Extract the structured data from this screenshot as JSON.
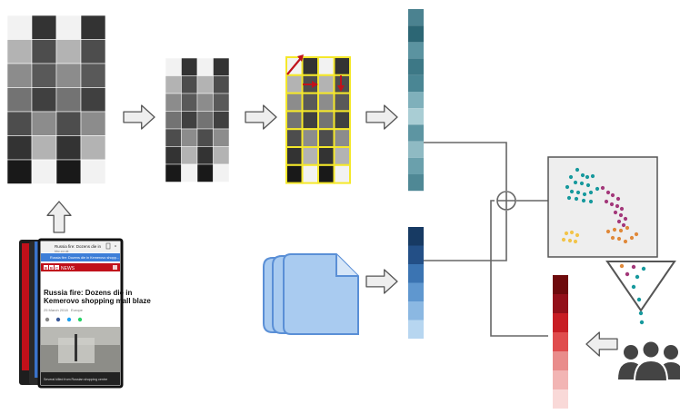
{
  "screenshot": {
    "site_name": "NEWS",
    "bbc_letters": [
      "B",
      "B",
      "C"
    ],
    "tab_title": "Russia fire: Dozens die in",
    "url": "bbc.co.uk",
    "banner_text": "Russia fire: Dozens die in Kemerovo shopp...",
    "headline": "Russia fire: Dozens die in Kemerovo shopping mall blaze",
    "dateline": "25 March 2018",
    "section": "Europe",
    "caption": "Several killed from Russian shopping centre"
  },
  "grids": {
    "large": {
      "columns": 4,
      "levels": [
        [
          0.05,
          0.8,
          0.05,
          0.8
        ],
        [
          0.3,
          0.7,
          0.3,
          0.7
        ],
        [
          0.45,
          0.65,
          0.45,
          0.65
        ],
        [
          0.55,
          0.75,
          0.55,
          0.75
        ],
        [
          0.7,
          0.45,
          0.7,
          0.45
        ],
        [
          0.8,
          0.3,
          0.8,
          0.3
        ],
        [
          0.9,
          0.05,
          0.9,
          0.05
        ]
      ]
    },
    "small": {
      "columns": 4,
      "levels": [
        [
          0.05,
          0.8,
          0.05,
          0.8
        ],
        [
          0.3,
          0.7,
          0.3,
          0.7
        ],
        [
          0.45,
          0.65,
          0.45,
          0.65
        ],
        [
          0.55,
          0.75,
          0.55,
          0.75
        ],
        [
          0.7,
          0.45,
          0.7,
          0.45
        ],
        [
          0.8,
          0.3,
          0.8,
          0.3
        ],
        [
          0.9,
          0.05,
          0.9,
          0.05
        ]
      ]
    },
    "scan": {
      "columns": 4,
      "highlight_color": "#f5e82a",
      "arrow_color": "#c0121b",
      "levels": [
        [
          0.05,
          0.8,
          0.05,
          0.8
        ],
        [
          0.3,
          0.7,
          0.3,
          0.7
        ],
        [
          0.45,
          0.65,
          0.45,
          0.65
        ],
        [
          0.55,
          0.75,
          0.55,
          0.75
        ],
        [
          0.7,
          0.45,
          0.7,
          0.45
        ],
        [
          0.8,
          0.3,
          0.8,
          0.3
        ],
        [
          0.9,
          0.05,
          0.9,
          0.05
        ]
      ]
    }
  },
  "vectors": {
    "image_embedding": [
      "#4b8290",
      "#2c6674",
      "#5b93a0",
      "#3d7886",
      "#4a8694",
      "#7fb0bb",
      "#a9cdd4",
      "#5d95a2",
      "#8fbac3",
      "#6aa0ac",
      "#4f8895"
    ],
    "text_embedding": [
      "#173a63",
      "#234f86",
      "#3b74b2",
      "#5f97cf",
      "#8bb8e2",
      "#b7d6f0"
    ],
    "user_embedding": [
      "#6e0a0c",
      "#93101a",
      "#c81d24",
      "#e04c4d",
      "#e98c8b",
      "#f2b5b4",
      "#f9d9d8"
    ]
  },
  "scatter": {
    "teal": "#17999d",
    "purple": "#a3387a",
    "orange": "#e0893a",
    "yellow": "#f2c44a"
  },
  "colors": {
    "arrow_fill": "#eeeeee",
    "arrow_stroke": "#555555",
    "line": "#666666",
    "doc_fill": "#a9cbf0",
    "doc_stroke": "#5a8fd6",
    "users": "#444444"
  }
}
